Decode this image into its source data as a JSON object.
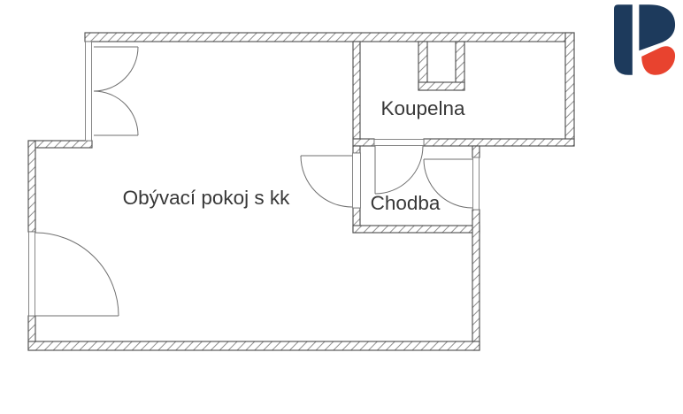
{
  "page": {
    "background": "#ffffff",
    "type": "floor-plan"
  },
  "floorplan": {
    "rooms": [
      {
        "id": "living-room",
        "label": "Obývací pokoj s kk"
      },
      {
        "id": "bathroom",
        "label": "Koupelna"
      },
      {
        "id": "hallway",
        "label": "Chodba"
      }
    ],
    "colors": {
      "wall_outline": "#4a4a4a",
      "hatch": "#8f8f8f",
      "door_lines": "#6f6f6f",
      "label_text": "#383838"
    },
    "elements": [
      "double-swing-balcony-door-top-left",
      "french-window-door-bottom-left",
      "living-room-to-hallway-door",
      "bathroom-door",
      "entrance-door-right",
      "ventilation-shaft-in-bathroom"
    ]
  },
  "logo": {
    "glyph": "R",
    "navy_color": "#1d3a5c",
    "red_color": "#e8432f"
  }
}
